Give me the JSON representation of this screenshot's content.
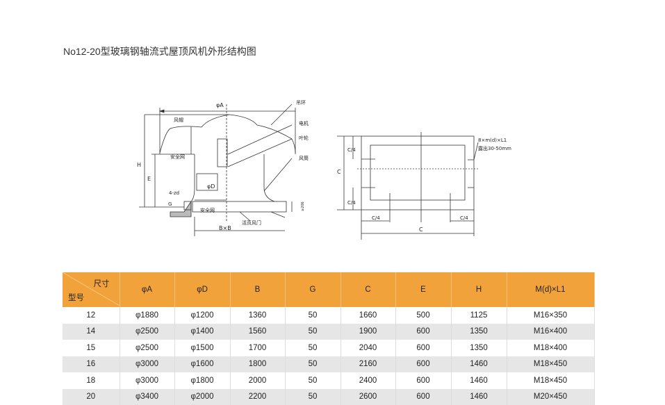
{
  "title": "No12-20型玻璃钢轴流式屋顶风机外形结构图",
  "side_view": {
    "labels": {
      "phiA": "φA",
      "hoist_ring": "吊环",
      "hood": "风帽",
      "motor": "电机",
      "impeller": "叶轮",
      "safety_net_top": "安全网",
      "duct": "风筒",
      "H": "H",
      "E": "E",
      "phiD": "φD",
      "holes": "4-zd",
      "G": "G",
      "safety_net_bottom": "安全网",
      "height_206": "≥206",
      "louver": "活页风门",
      "BxB": "B×B"
    }
  },
  "top_view": {
    "labels": {
      "bolts": "8×m(d)×L1",
      "expose": "露出30-50mm",
      "C_side": "C",
      "C4_top": "C/4",
      "C4_bottom": "C/4",
      "C4_left": "C/4",
      "C4_right": "C/4",
      "C_bottom": "C"
    }
  },
  "table": {
    "corner_top": "尺寸",
    "corner_bottom": "型号",
    "headers": [
      "φA",
      "φD",
      "B",
      "G",
      "C",
      "E",
      "H",
      "M(d)×L1"
    ],
    "rows": [
      [
        "12",
        "φ1880",
        "φ1200",
        "1360",
        "50",
        "1660",
        "500",
        "1125",
        "M16×350"
      ],
      [
        "14",
        "φ2500",
        "φ1400",
        "1560",
        "50",
        "1900",
        "600",
        "1350",
        "M16×400"
      ],
      [
        "15",
        "φ2500",
        "φ1500",
        "1700",
        "50",
        "2040",
        "600",
        "1350",
        "M18×400"
      ],
      [
        "16",
        "φ3000",
        "φ1600",
        "1800",
        "50",
        "2160",
        "600",
        "1460",
        "M18×450"
      ],
      [
        "18",
        "φ3000",
        "φ1800",
        "2000",
        "50",
        "2400",
        "600",
        "1460",
        "M18×450"
      ],
      [
        "20",
        "φ3400",
        "φ2000",
        "2200",
        "50",
        "2600",
        "600",
        "1460",
        "M20×450"
      ]
    ]
  }
}
